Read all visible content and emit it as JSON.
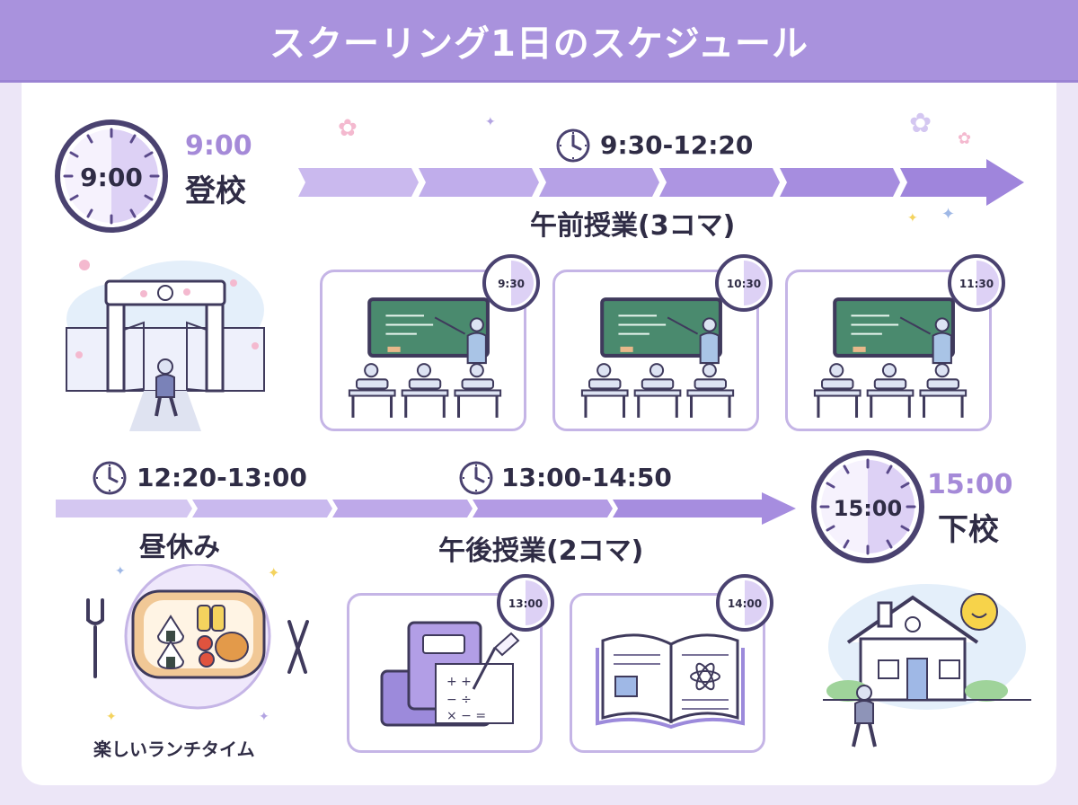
{
  "title": "スクーリング1日のスケジュール",
  "arrival": {
    "clock": "9:00",
    "time": "9:00",
    "label": "登校"
  },
  "morning": {
    "range": "9:30-12:20",
    "label": "午前授業(3コマ)",
    "periods": [
      "9:30",
      "10:30",
      "11:30"
    ]
  },
  "lunch": {
    "range": "12:20-13:00",
    "label": "昼休み",
    "caption": "楽しいランチタイム"
  },
  "afternoon": {
    "range": "13:00-14:50",
    "label": "午後授業(2コマ)",
    "periods": [
      "13:00",
      "14:00"
    ]
  },
  "dismissal": {
    "clock": "15:00",
    "time": "15:00",
    "label": "下校"
  },
  "colors": {
    "header": "#a992dd",
    "accent": "#a58ad8",
    "arrow": "#a590dd",
    "panel_border": "#c5b5e6",
    "chalkboard": "#4a8a6e",
    "clock_fill": "#efe8fb"
  }
}
